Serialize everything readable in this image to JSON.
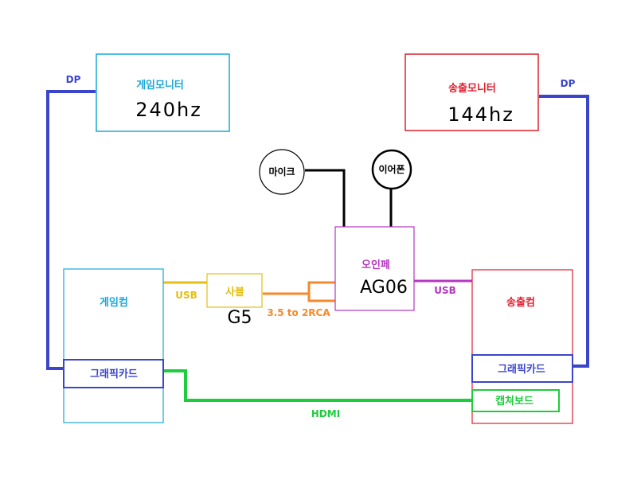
{
  "colors": {
    "game": "#1aa7d8",
    "stream": "#e0202f",
    "dp": "#3b45cc",
    "usb_yellow": "#e3bf12",
    "audio_orange": "#f58a2a",
    "interface": "#b535c2",
    "hdmi": "#1fcc3e",
    "black": "#000000"
  },
  "game_monitor": {
    "title": "게임모니터",
    "spec": "240hz"
  },
  "stream_monitor": {
    "title": "송출모니터",
    "spec": "144hz"
  },
  "mic": {
    "label": "마이크"
  },
  "earphone": {
    "label": "이어폰"
  },
  "interface": {
    "title": "오인페",
    "model": "AG06"
  },
  "game_pc": {
    "title": "게임컴",
    "gpu": "그래픽카드"
  },
  "stream_pc": {
    "title": "송출컴",
    "gpu": "그래픽카드",
    "capture": "캡쳐보드"
  },
  "soundcard": {
    "title": "사블",
    "model": "G5"
  },
  "connections": {
    "dp_left": "DP",
    "dp_right": "DP",
    "usb_left": "USB",
    "usb_right": "USB",
    "audio": "3.5 to 2RCA",
    "hdmi": "HDMI"
  }
}
